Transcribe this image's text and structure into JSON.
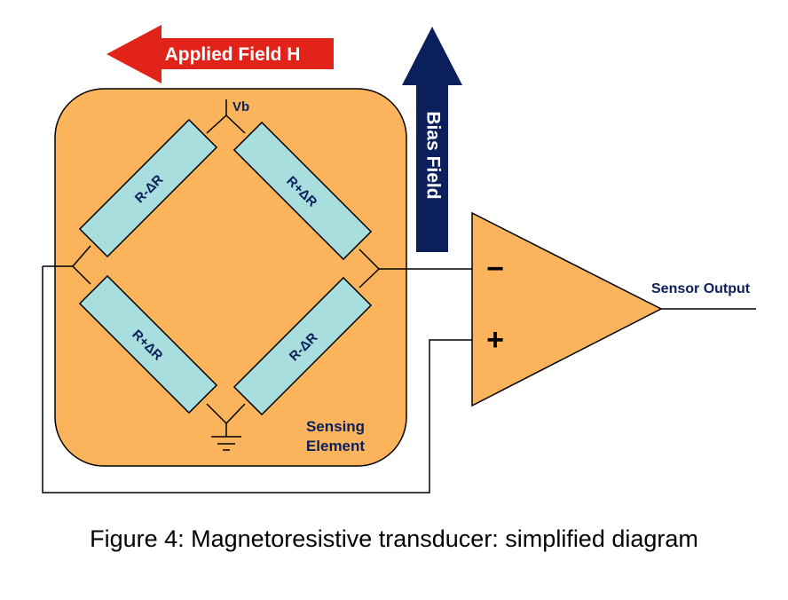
{
  "arrows": {
    "applied_field": {
      "label": "Applied Field H",
      "color": "#e2231a"
    },
    "bias_field": {
      "label": "Bias Field",
      "color": "#0a1f5c"
    }
  },
  "sensing_element": {
    "label_line1": "Sensing",
    "label_line2": "Element",
    "fill_color": "#fbb45c"
  },
  "bridge": {
    "supply_label": "Vb",
    "resistors": {
      "top_left": "R-ΔR",
      "top_right": "R+ΔR",
      "bottom_left": "R+ΔR",
      "bottom_right": "R-ΔR"
    },
    "resistor_color": "#a8dede",
    "ground_icon": "ground-symbol-icon"
  },
  "amplifier": {
    "inverting_symbol": "−",
    "noninverting_symbol": "+",
    "output_label": "Sensor Output",
    "fill_color": "#fbb45c"
  },
  "caption": "Figure 4: Magnetoresistive transducer: simplified diagram"
}
